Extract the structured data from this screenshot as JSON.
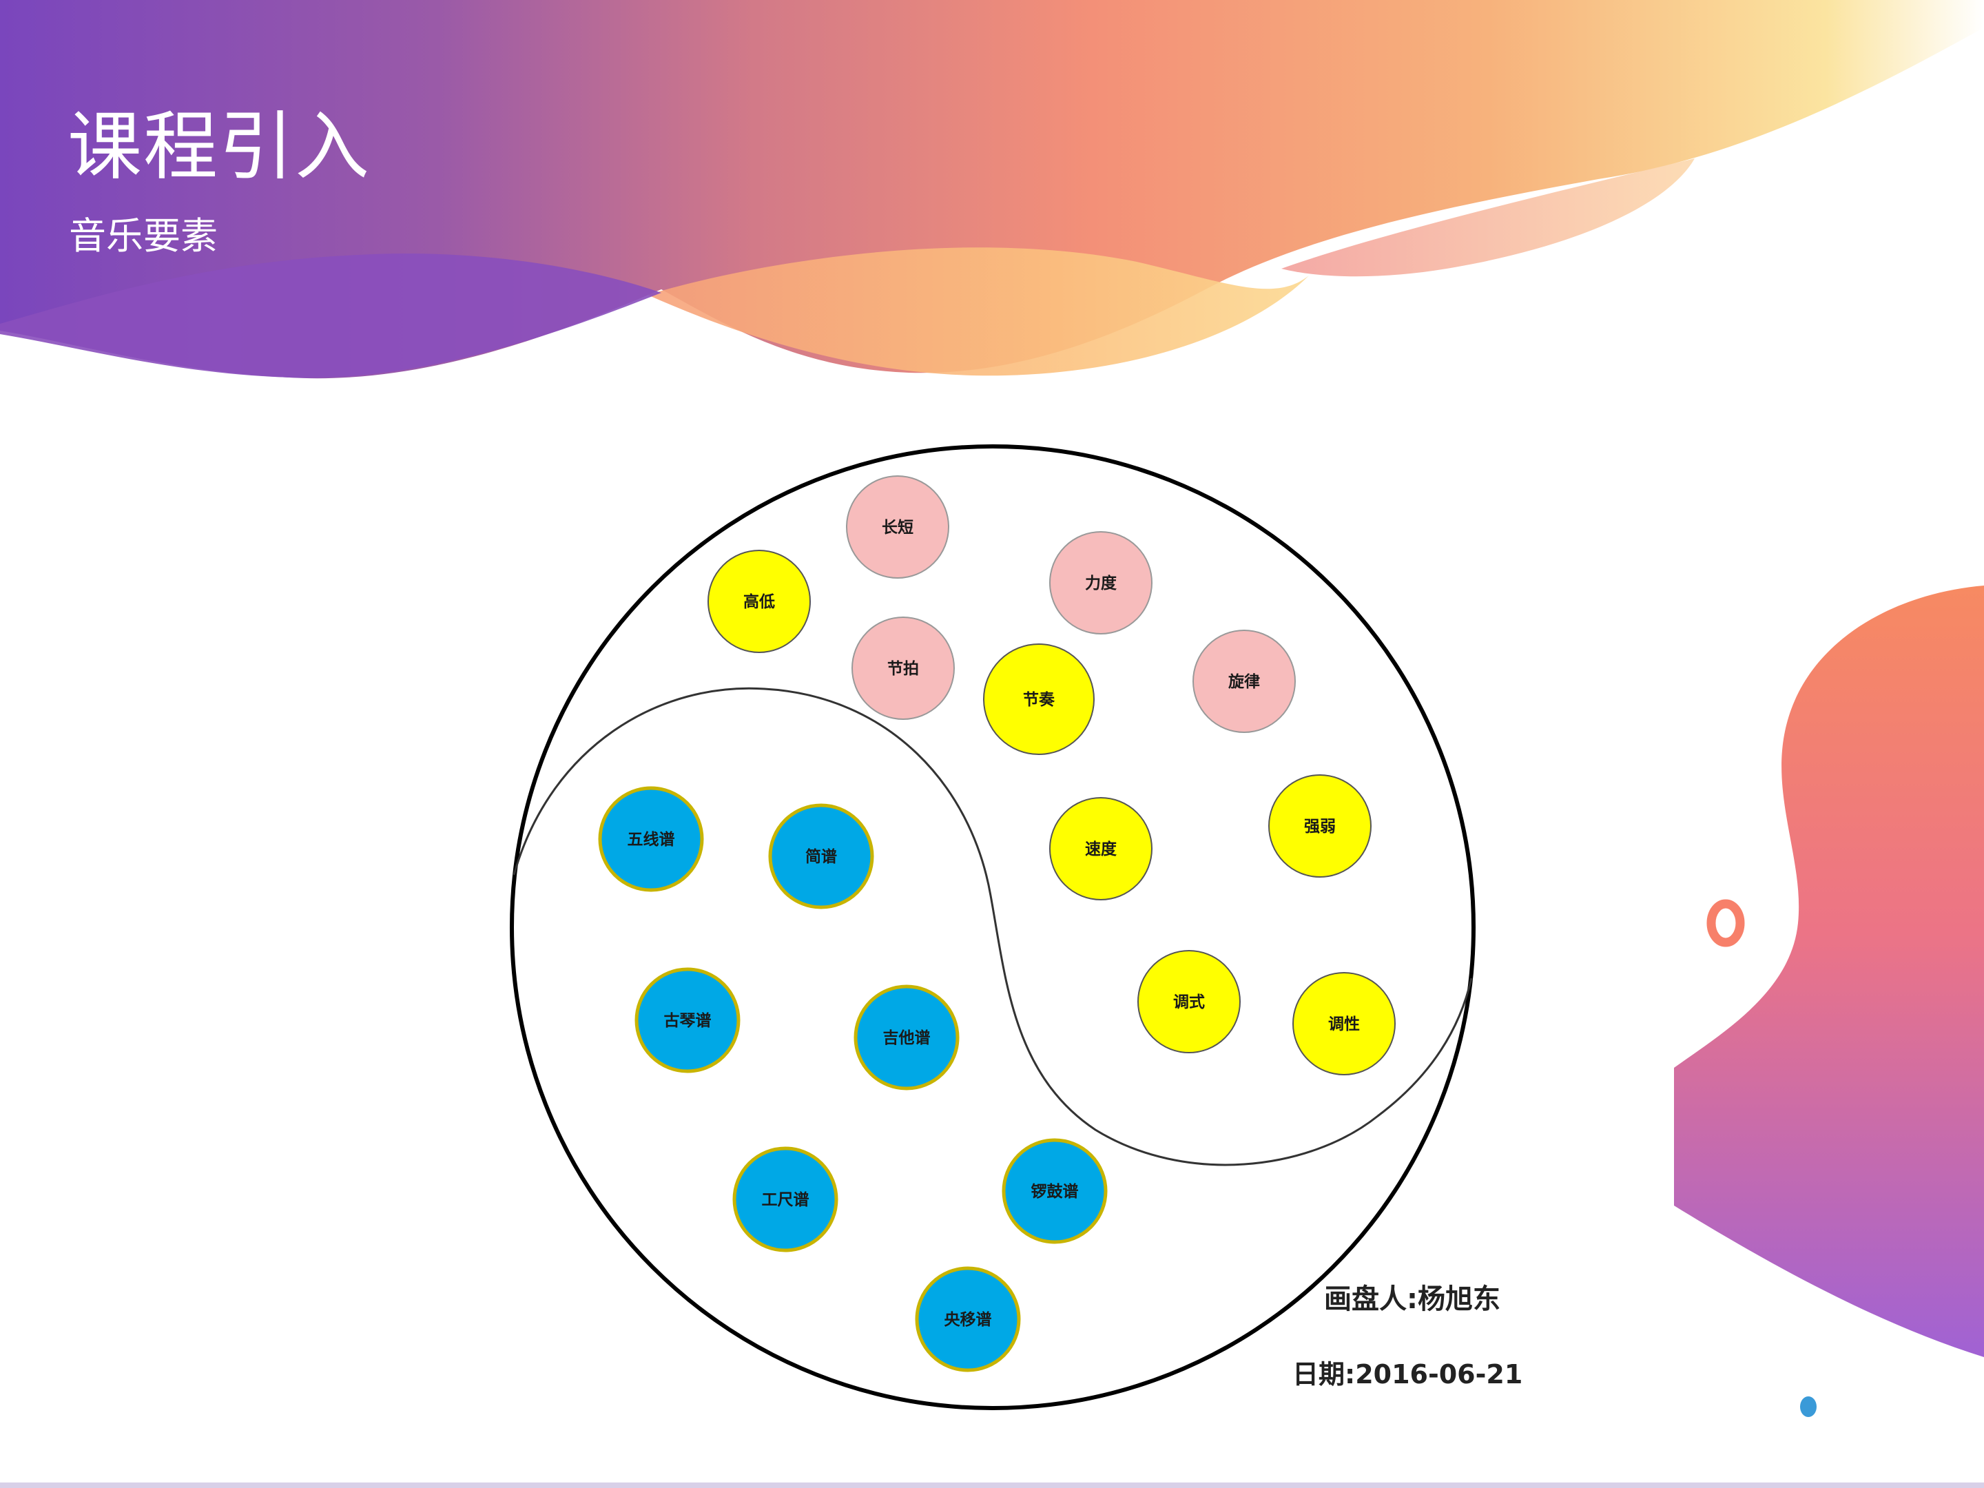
{
  "header": {
    "title": "课程引入",
    "subtitle": "音乐要素"
  },
  "diagram": {
    "elements": [
      {
        "label": "长短",
        "group": "pink"
      },
      {
        "label": "力度",
        "group": "pink"
      },
      {
        "label": "高低",
        "group": "yellow"
      },
      {
        "label": "节拍",
        "group": "pink"
      },
      {
        "label": "节奏",
        "group": "yellow"
      },
      {
        "label": "旋律",
        "group": "pink"
      },
      {
        "label": "速度",
        "group": "yellow"
      },
      {
        "label": "强弱",
        "group": "yellow"
      },
      {
        "label": "调式",
        "group": "yellow"
      },
      {
        "label": "调性",
        "group": "yellow"
      },
      {
        "label": "五线谱",
        "group": "blue"
      },
      {
        "label": "简谱",
        "group": "blue"
      },
      {
        "label": "古琴谱",
        "group": "blue"
      },
      {
        "label": "吉他谱",
        "group": "blue"
      },
      {
        "label": "工尺谱",
        "group": "blue"
      },
      {
        "label": "锣鼓谱",
        "group": "blue"
      },
      {
        "label": "央移谱",
        "group": "blue"
      }
    ],
    "painter": "画盘人:杨旭东",
    "date": "日期:2016-06-21"
  },
  "colors": {
    "pink": "#f7bcbc",
    "yellow": "#ffff00",
    "blue": "#00a8e6",
    "blue_border": "#c8b400",
    "purple": "#7b47bd",
    "orange": "#f59078",
    "peach": "#fbc480"
  }
}
